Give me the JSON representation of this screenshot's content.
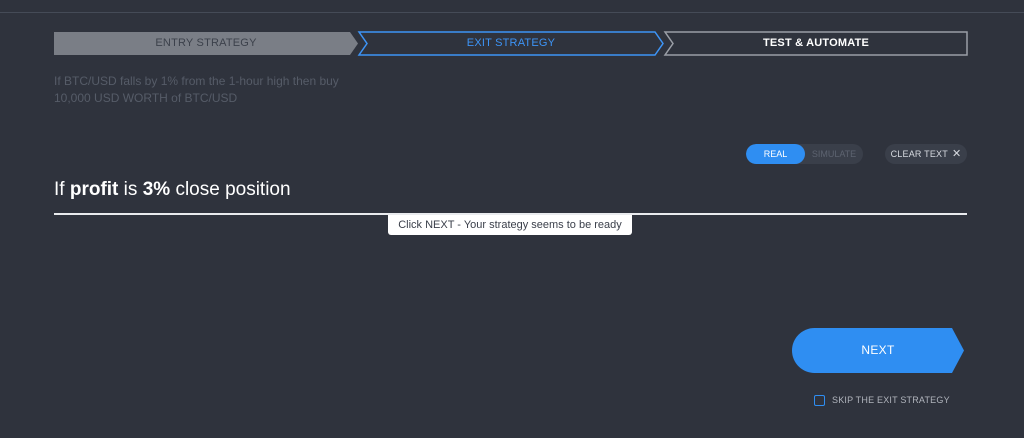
{
  "steps": [
    {
      "label": "ENTRY STRATEGY",
      "state": "completed"
    },
    {
      "label": "EXIT STRATEGY",
      "state": "active"
    },
    {
      "label": "TEST & AUTOMATE",
      "state": "upcoming"
    }
  ],
  "summary": "If BTC/USD falls by 1% from the 1-hour high then buy 10,000 USD WORTH of BTC/USD",
  "mode_toggle": {
    "real_label": "REAL",
    "simulate_label": "SIMULATE",
    "selected": "REAL"
  },
  "clear_button": {
    "label": "CLEAR TEXT",
    "icon": "close-icon"
  },
  "strategy_sentence": {
    "part1": "If",
    "keyword": "profit",
    "part2": "is",
    "value": "3%",
    "part3": "close position"
  },
  "hint": "Click NEXT - Your strategy seems to be ready",
  "next_button": {
    "label": "NEXT"
  },
  "skip_option": {
    "label": "SKIP THE EXIT STRATEGY",
    "checked": false
  },
  "colors": {
    "background": "#2f333d",
    "accent": "#2f8ef2",
    "active_step": "#3d94f6",
    "completed_step": "#7a7e86"
  }
}
